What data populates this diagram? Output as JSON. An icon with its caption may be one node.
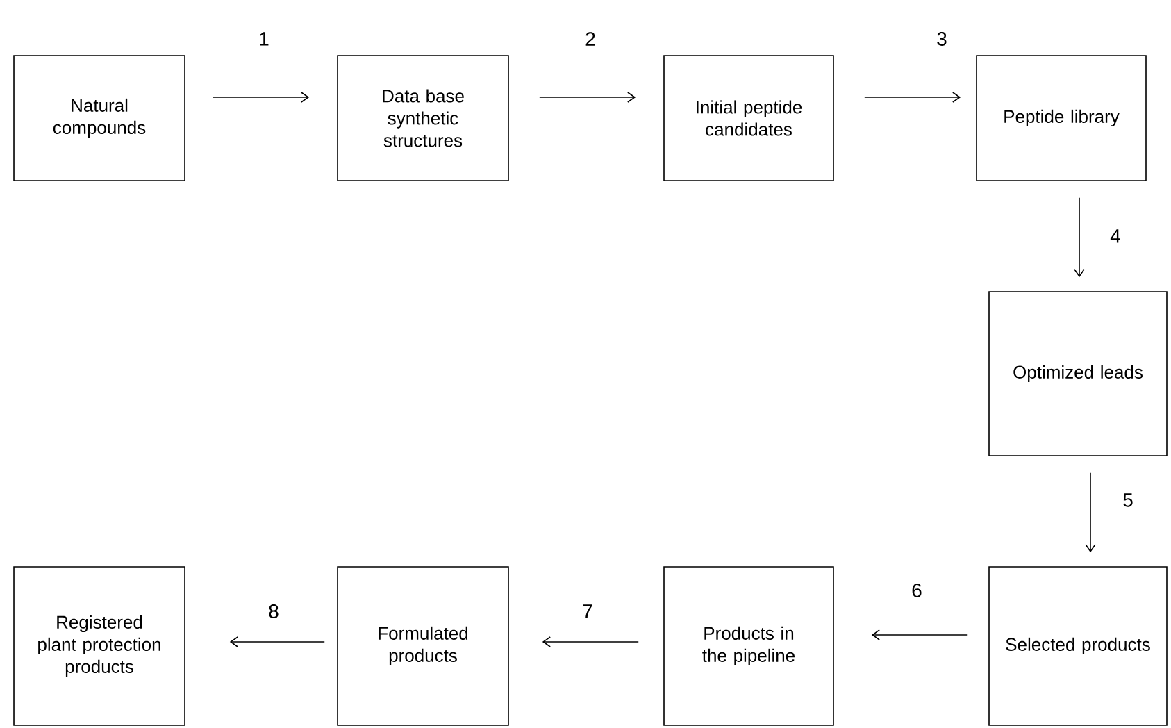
{
  "diagram": {
    "nodes": [
      {
        "text": [
          "Natural compounds"
        ]
      },
      {
        "text": [
          "Data base synthetic structures"
        ]
      },
      {
        "text": [
          "Initial peptide candidates"
        ]
      },
      {
        "text": [
          "Peptide library"
        ]
      },
      {
        "text": [
          "Optimized leads"
        ]
      },
      {
        "text": [
          "Selected products"
        ]
      },
      {
        "text": [
          "Products in the pipeline"
        ]
      },
      {
        "text": [
          "Formulated products"
        ]
      },
      {
        "text": [
          "Registered plant protection products"
        ]
      }
    ],
    "edges": [
      {
        "from": 0,
        "to": 1,
        "arrow": "to",
        "label": "1"
      },
      {
        "from": 1,
        "to": 2,
        "arrow": "to",
        "label": "2"
      },
      {
        "from": 2,
        "to": 3,
        "arrow": "to",
        "label": "3"
      },
      {
        "from": 3,
        "to": 4,
        "arrow": "to",
        "label": "4"
      },
      {
        "from": 4,
        "to": 5,
        "arrow": "to",
        "label": "5"
      },
      {
        "from": 5,
        "to": 6,
        "arrow": "to",
        "label": "6"
      },
      {
        "from": 6,
        "to": 7,
        "arrow": "to",
        "label": "7"
      },
      {
        "from": 7,
        "to": 8,
        "arrow": "to",
        "label": "8"
      }
    ]
  }
}
